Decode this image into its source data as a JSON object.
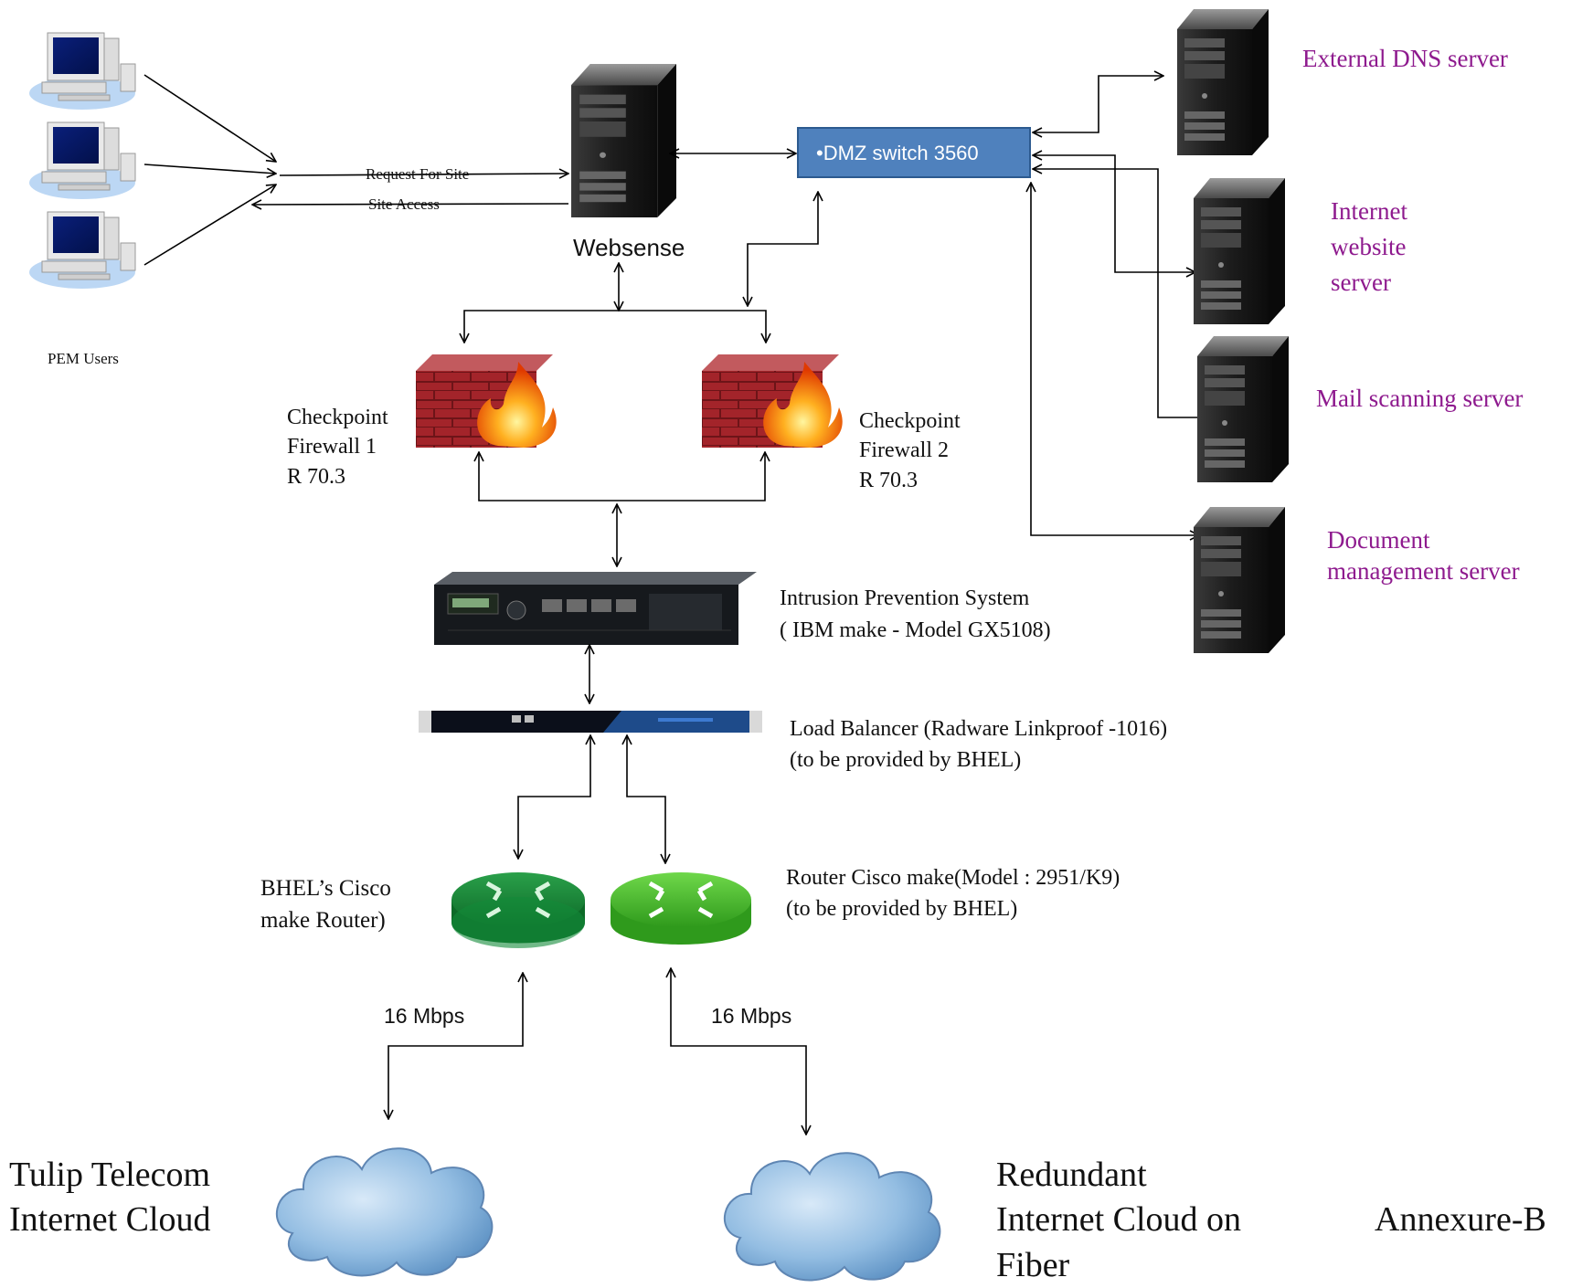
{
  "labels": {
    "pem_users": "PEM Users",
    "request_for_site": "Request For Site",
    "site_access": "Site Access",
    "websense": "Websense",
    "dmz_switch": "•DMZ switch 3560",
    "external_dns": "External DNS server",
    "internet_website": "Internet\nwebsite\nserver",
    "mail_scanning": "Mail scanning server",
    "document_management": "Document\nmanagement server",
    "firewall1": "Checkpoint\nFirewall 1\nR 70.3",
    "firewall2": "Checkpoint\nFirewall 2\nR 70.3",
    "ips": "Intrusion Prevention System\n( IBM make - Model GX5108)",
    "load_balancer": "Load Balancer (Radware  Linkproof -1016)\n(to be provided by BHEL)",
    "bhel_router": "BHEL’s  Cisco\nmake Router)",
    "cisco_router": "Router Cisco make(Model : 2951/K9)\n(to be provided by BHEL)",
    "bw_left": "16 Mbps",
    "bw_right": "16 Mbps",
    "tulip_cloud": "Tulip Telecom\nInternet Cloud",
    "redundant_cloud": "Redundant\nInternet Cloud on\nFiber",
    "annexure": "Annexure-B"
  },
  "colors": {
    "switch_fill": "#4f81bd",
    "server_label": "#8e1a8e",
    "brick": "#a3242a",
    "router_dark": "#1f8a3a",
    "router_light": "#5cc43a",
    "cloud": "#8fb8de"
  }
}
